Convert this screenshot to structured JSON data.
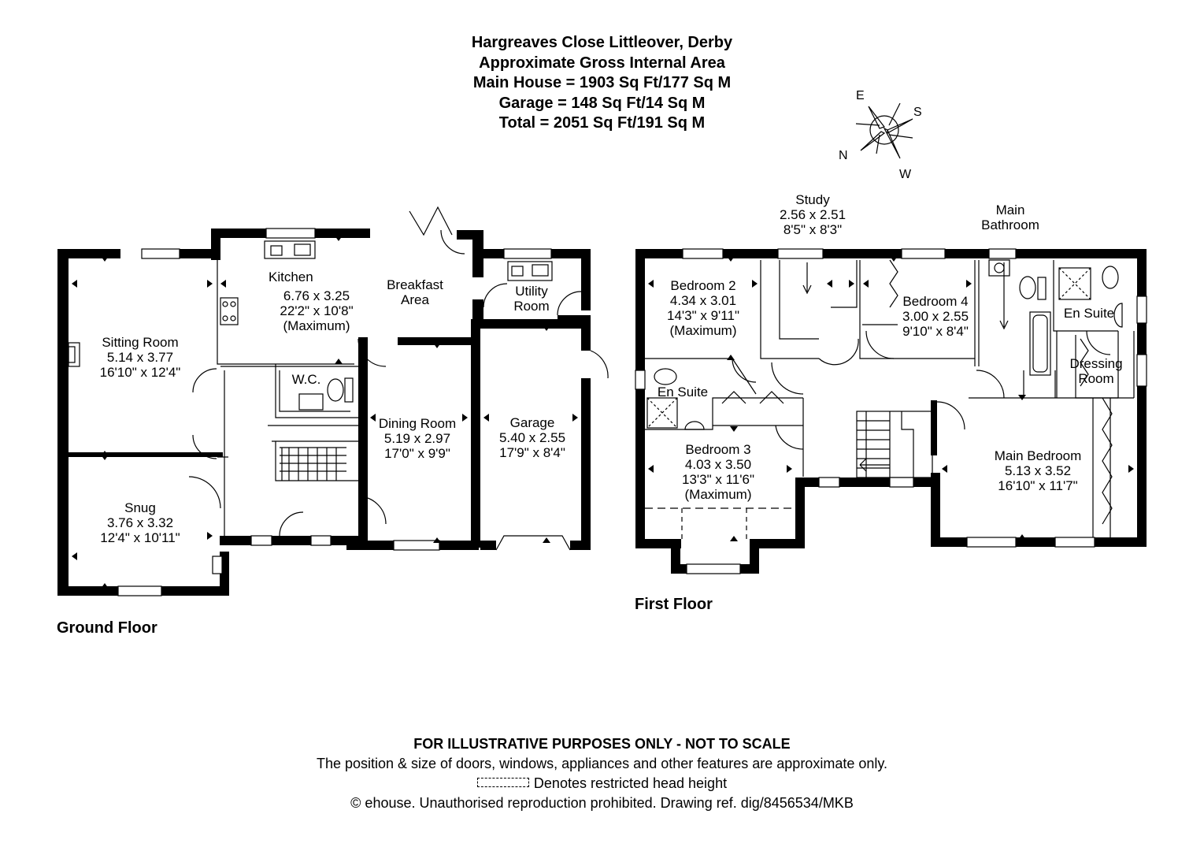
{
  "header": {
    "address": "Hargreaves Close Littleover, Derby",
    "subtitle": "Approximate Gross Internal Area",
    "main_house": "Main House = 1903 Sq Ft/177 Sq M",
    "garage": "Garage = 148 Sq Ft/14 Sq M",
    "total": "Total = 2051 Sq Ft/191 Sq M"
  },
  "compass": {
    "e": "E",
    "s": "S",
    "n": "N",
    "w": "W"
  },
  "ground_floor": {
    "label": "Ground Floor",
    "rooms": {
      "sitting_room": {
        "name": "Sitting Room",
        "metric": "5.14 x 3.77",
        "imperial": "16'10\" x 12'4\""
      },
      "kitchen": {
        "name": "Kitchen",
        "metric": "6.76 x 3.25",
        "imperial": "22'2\" x 10'8\"",
        "note": "(Maximum)"
      },
      "breakfast_area": {
        "name_line1": "Breakfast",
        "name_line2": "Area"
      },
      "utility_room": {
        "name_line1": "Utility",
        "name_line2": "Room"
      },
      "wc": {
        "name": "W.C."
      },
      "dining_room": {
        "name": "Dining Room",
        "metric": "5.19 x 2.97",
        "imperial": "17'0\" x 9'9\""
      },
      "garage": {
        "name": "Garage",
        "metric": "5.40 x 2.55",
        "imperial": "17'9\" x 8'4\""
      },
      "snug": {
        "name": "Snug",
        "metric": "3.76 x 3.32",
        "imperial": "12'4\" x 10'11\""
      }
    }
  },
  "first_floor": {
    "label": "First Floor",
    "rooms": {
      "study": {
        "name": "Study",
        "metric": "2.56 x 2.51",
        "imperial": "8'5\" x 8'3\""
      },
      "main_bathroom": {
        "name_line1": "Main",
        "name_line2": "Bathroom"
      },
      "bedroom_2": {
        "name": "Bedroom 2",
        "metric": "4.34 x 3.01",
        "imperial": "14'3\" x 9'11\"",
        "note": "(Maximum)"
      },
      "bedroom_4": {
        "name": "Bedroom 4",
        "metric": "3.00 x 2.55",
        "imperial": "9'10\" x 8'4\""
      },
      "en_suite_main": {
        "name": "En Suite"
      },
      "dressing_room": {
        "name_line1": "Dressing",
        "name_line2": "Room"
      },
      "en_suite_b2": {
        "name": "En Suite"
      },
      "bedroom_3": {
        "name": "Bedroom 3",
        "metric": "4.03 x 3.50",
        "imperial": "13'3\" x 11'6\"",
        "note": "(Maximum)"
      },
      "main_bedroom": {
        "name": "Main Bedroom",
        "metric": "5.13 x 3.52",
        "imperial": "16'10\" x 11'7\""
      }
    }
  },
  "footer": {
    "disclaimer": "FOR ILLUSTRATIVE PURPOSES ONLY - NOT TO SCALE",
    "note": "The position & size of doors, windows, appliances and other features are approximate only.",
    "legend": "Denotes restricted head height",
    "copyright": "© ehouse. Unauthorised reproduction prohibited. Drawing ref. dig/8456534/MKB"
  }
}
